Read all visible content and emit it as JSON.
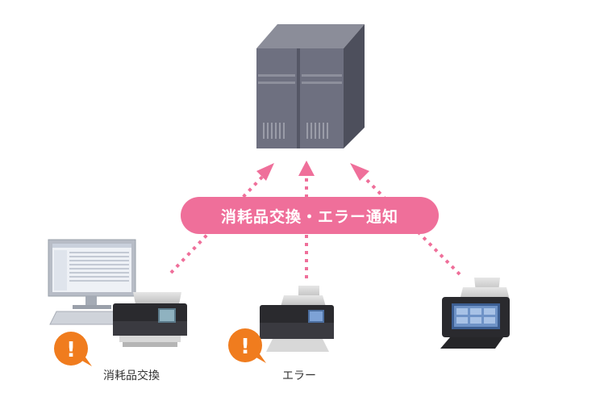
{
  "banner": {
    "text": "消耗品交換・エラー通知"
  },
  "devices": [
    {
      "caption": "消耗品交換"
    },
    {
      "caption": "エラー"
    }
  ],
  "alert_mark": "!",
  "colors": {
    "arrow": "#ef6f9a",
    "banner": "#ef6f9a",
    "alert": "#f07c1e",
    "server_front": "#6e7080",
    "server_side": "#4d4f5c",
    "server_top": "#8b8d99"
  },
  "icons": [
    "server-icon",
    "computer-icon",
    "scanner-icon",
    "alert-icon"
  ]
}
